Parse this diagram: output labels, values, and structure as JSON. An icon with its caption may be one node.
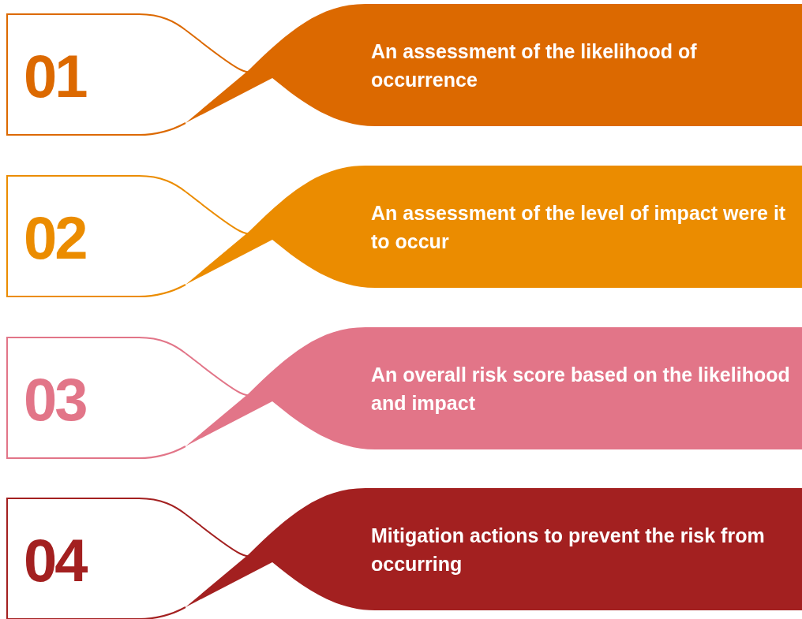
{
  "diagram": {
    "nodes": [
      {
        "text": [
          "01"
        ]
      },
      {
        "text": [
          "An assessment of the likelihood of occurrence"
        ]
      },
      {
        "text": [
          "02"
        ]
      },
      {
        "text": [
          "An assessment of the level of impact were it to occur"
        ]
      },
      {
        "text": [
          "03"
        ]
      },
      {
        "text": [
          "An overall risk score based on the likelihood and impact"
        ]
      },
      {
        "text": [
          "04"
        ]
      },
      {
        "text": [
          "Mitigation actions to prevent the risk from occurring"
        ]
      }
    ]
  }
}
